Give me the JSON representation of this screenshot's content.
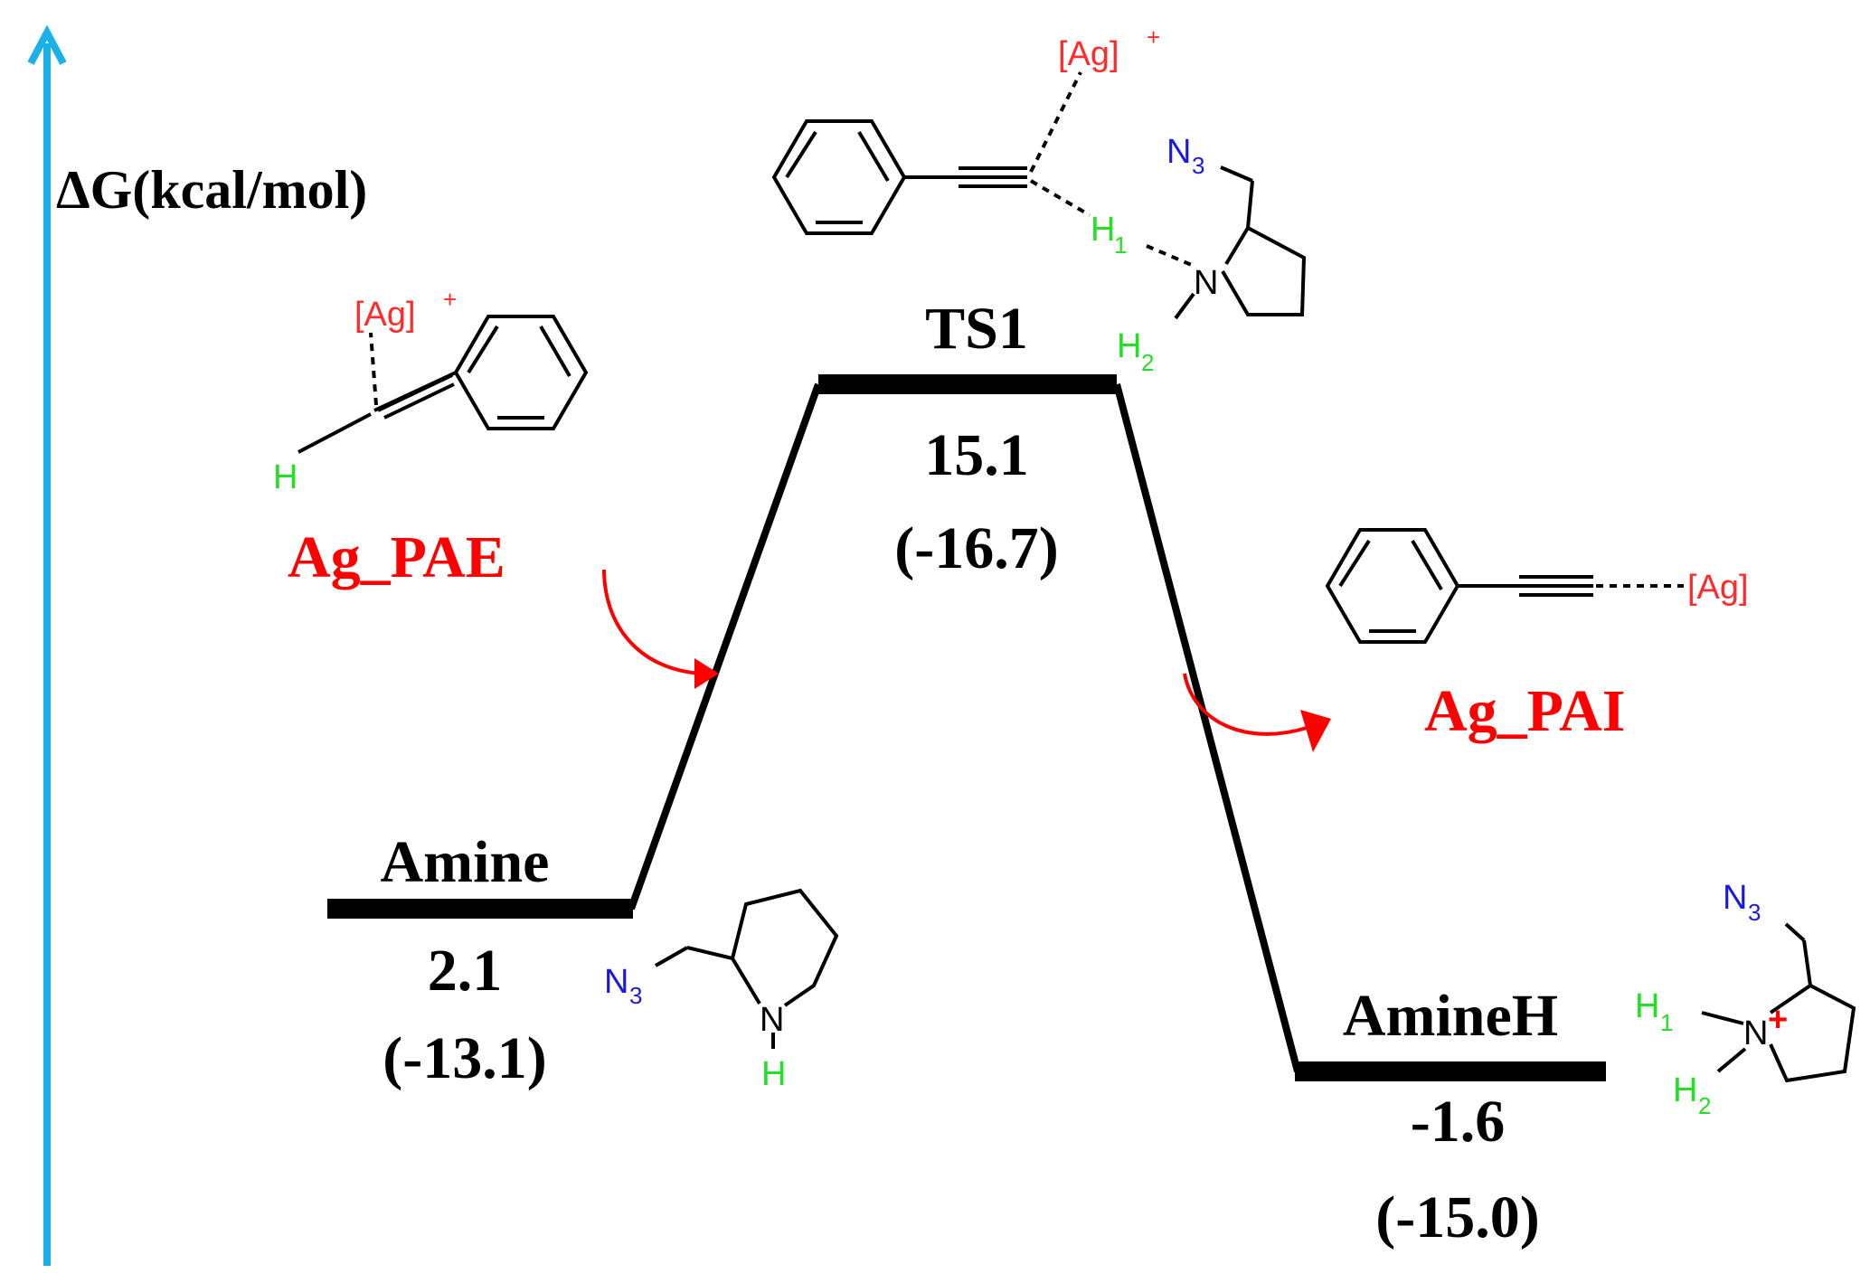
{
  "axis": {
    "title": "ΔG(kcal/mol)",
    "color": "#1ab0ea"
  },
  "states": [
    {
      "id": "amine",
      "name": "Amine",
      "energy": "2.1",
      "alt_energy": "(-13.1)"
    },
    {
      "id": "ts1",
      "name": "TS1",
      "energy": "15.1",
      "alt_energy": "(-16.7)"
    },
    {
      "id": "amineh",
      "name": "AmineH",
      "energy": "-1.6",
      "alt_energy": "(-15.0)"
    }
  ],
  "species": {
    "reactant_label": "Ag_PAE",
    "product_label": "Ag_PAI",
    "label_color": "#ff0000"
  },
  "atoms": {
    "ag_cation": "[Ag]",
    "ag_cation_charge": "+",
    "ag": "[Ag]",
    "h": "H",
    "n": "N",
    "n3": "N",
    "n3_sub": "3",
    "h1": "H",
    "h1_sub": "1",
    "h2": "H",
    "h2_sub": "2",
    "plus": "+"
  },
  "colors": {
    "ag": "#ff2a2a",
    "h": "#22e022",
    "n3": "#1a1adf",
    "line": "#000000",
    "arrow": "#ff0000"
  }
}
